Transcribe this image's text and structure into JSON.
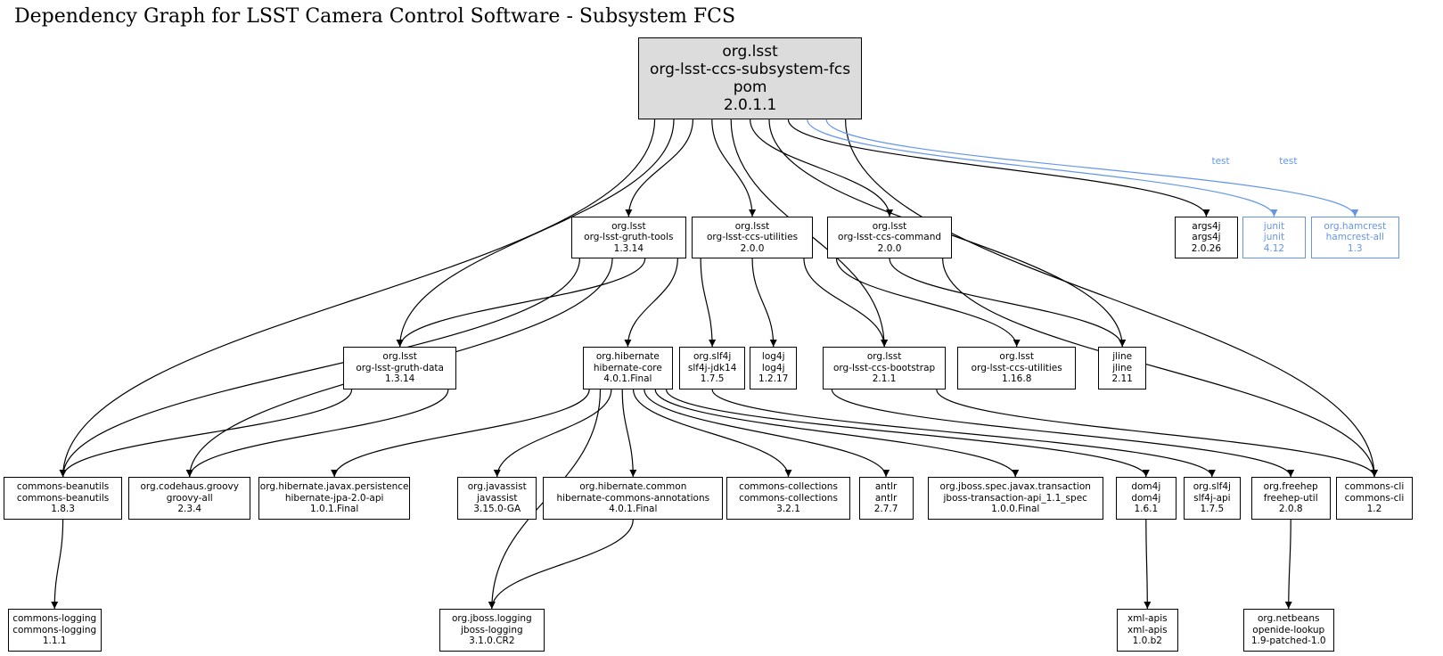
{
  "title": "Dependency Graph for LSST Camera Control Software - Subsystem FCS",
  "colors": {
    "normal": "#000000",
    "test": "#6495ed",
    "root_fill": "#dcdcdc"
  },
  "nodes": [
    {
      "id": "root",
      "group": "org.lsst",
      "artifact": "org-lsst-ccs-subsystem-fcs",
      "packaging": "pom",
      "version": "2.0.1.1",
      "scope": "root"
    },
    {
      "id": "gruth-tools",
      "group": "org.lsst",
      "artifact": "org-lsst-gruth-tools",
      "version": "1.3.14",
      "scope": "compile"
    },
    {
      "id": "ccs-utilities",
      "group": "org.lsst",
      "artifact": "org-lsst-ccs-utilities",
      "version": "2.0.0",
      "scope": "compile"
    },
    {
      "id": "ccs-command",
      "group": "org.lsst",
      "artifact": "org-lsst-ccs-command",
      "version": "2.0.0",
      "scope": "compile"
    },
    {
      "id": "args4j",
      "group": "args4j",
      "artifact": "args4j",
      "version": "2.0.26",
      "scope": "compile"
    },
    {
      "id": "junit",
      "group": "junit",
      "artifact": "junit",
      "version": "4.12",
      "scope": "test"
    },
    {
      "id": "hamcrest",
      "group": "org.hamcrest",
      "artifact": "hamcrest-all",
      "version": "1.3",
      "scope": "test"
    },
    {
      "id": "gruth-data",
      "group": "org.lsst",
      "artifact": "org-lsst-gruth-data",
      "version": "1.3.14",
      "scope": "compile"
    },
    {
      "id": "hibernate-core",
      "group": "org.hibernate",
      "artifact": "hibernate-core",
      "version": "4.0.1.Final",
      "scope": "compile"
    },
    {
      "id": "slf4j-jdk14",
      "group": "org.slf4j",
      "artifact": "slf4j-jdk14",
      "version": "1.7.5",
      "scope": "compile"
    },
    {
      "id": "log4j",
      "group": "log4j",
      "artifact": "log4j",
      "version": "1.2.17",
      "scope": "compile"
    },
    {
      "id": "ccs-bootstrap",
      "group": "org.lsst",
      "artifact": "org-lsst-ccs-bootstrap",
      "version": "2.1.1",
      "scope": "compile"
    },
    {
      "id": "ccs-utilities-1168",
      "group": "org.lsst",
      "artifact": "org-lsst-ccs-utilities",
      "version": "1.16.8",
      "scope": "compile"
    },
    {
      "id": "jline",
      "group": "jline",
      "artifact": "jline",
      "version": "2.11",
      "scope": "compile"
    },
    {
      "id": "commons-beanutils",
      "group": "commons-beanutils",
      "artifact": "commons-beanutils",
      "version": "1.8.3",
      "scope": "compile"
    },
    {
      "id": "groovy-all",
      "group": "org.codehaus.groovy",
      "artifact": "groovy-all",
      "version": "2.3.4",
      "scope": "compile"
    },
    {
      "id": "hibernate-jpa",
      "group": "org.hibernate.javax.persistence",
      "artifact": "hibernate-jpa-2.0-api",
      "version": "1.0.1.Final",
      "scope": "compile"
    },
    {
      "id": "javassist",
      "group": "org.javassist",
      "artifact": "javassist",
      "version": "3.15.0-GA",
      "scope": "compile"
    },
    {
      "id": "hibernate-commons-annotations",
      "group": "org.hibernate.common",
      "artifact": "hibernate-commons-annotations",
      "version": "4.0.1.Final",
      "scope": "compile"
    },
    {
      "id": "commons-collections",
      "group": "commons-collections",
      "artifact": "commons-collections",
      "version": "3.2.1",
      "scope": "compile"
    },
    {
      "id": "antlr",
      "group": "antlr",
      "artifact": "antlr",
      "version": "2.7.7",
      "scope": "compile"
    },
    {
      "id": "jboss-transaction",
      "group": "org.jboss.spec.javax.transaction",
      "artifact": "jboss-transaction-api_1.1_spec",
      "version": "1.0.0.Final",
      "scope": "compile"
    },
    {
      "id": "dom4j",
      "group": "dom4j",
      "artifact": "dom4j",
      "version": "1.6.1",
      "scope": "compile"
    },
    {
      "id": "slf4j-api",
      "group": "org.slf4j",
      "artifact": "slf4j-api",
      "version": "1.7.5",
      "scope": "compile"
    },
    {
      "id": "freehep-util",
      "group": "org.freehep",
      "artifact": "freehep-util",
      "version": "2.0.8",
      "scope": "compile"
    },
    {
      "id": "commons-cli",
      "group": "commons-cli",
      "artifact": "commons-cli",
      "version": "1.2",
      "scope": "compile"
    },
    {
      "id": "commons-logging",
      "group": "commons-logging",
      "artifact": "commons-logging",
      "version": "1.1.1",
      "scope": "compile"
    },
    {
      "id": "jboss-logging",
      "group": "org.jboss.logging",
      "artifact": "jboss-logging",
      "version": "3.1.0.CR2",
      "scope": "compile"
    },
    {
      "id": "xml-apis",
      "group": "xml-apis",
      "artifact": "xml-apis",
      "version": "1.0.b2",
      "scope": "compile"
    },
    {
      "id": "openide-lookup",
      "group": "org.netbeans",
      "artifact": "openide-lookup",
      "version": "1.9-patched-1.0",
      "scope": "compile"
    }
  ],
  "edges": [
    {
      "from": "root",
      "to": "commons-beanutils"
    },
    {
      "from": "root",
      "to": "gruth-data"
    },
    {
      "from": "root",
      "to": "gruth-tools"
    },
    {
      "from": "root",
      "to": "ccs-utilities"
    },
    {
      "from": "root",
      "to": "ccs-bootstrap"
    },
    {
      "from": "root",
      "to": "ccs-command"
    },
    {
      "from": "root",
      "to": "jline"
    },
    {
      "from": "root",
      "to": "commons-cli"
    },
    {
      "from": "root",
      "to": "args4j"
    },
    {
      "from": "root",
      "to": "junit",
      "label": "test",
      "scope": "test"
    },
    {
      "from": "root",
      "to": "hamcrest",
      "label": "test",
      "scope": "test"
    },
    {
      "from": "gruth-tools",
      "to": "gruth-data"
    },
    {
      "from": "gruth-tools",
      "to": "hibernate-core"
    },
    {
      "from": "gruth-tools",
      "to": "commons-beanutils"
    },
    {
      "from": "gruth-tools",
      "to": "groovy-all"
    },
    {
      "from": "ccs-utilities",
      "to": "slf4j-jdk14"
    },
    {
      "from": "ccs-utilities",
      "to": "log4j"
    },
    {
      "from": "ccs-utilities",
      "to": "ccs-bootstrap"
    },
    {
      "from": "ccs-command",
      "to": "ccs-utilities-1168"
    },
    {
      "from": "ccs-command",
      "to": "jline"
    },
    {
      "from": "ccs-command",
      "to": "commons-cli"
    },
    {
      "from": "gruth-data",
      "to": "commons-beanutils"
    },
    {
      "from": "gruth-data",
      "to": "groovy-all"
    },
    {
      "from": "hibernate-core",
      "to": "hibernate-jpa"
    },
    {
      "from": "hibernate-core",
      "to": "jboss-logging"
    },
    {
      "from": "hibernate-core",
      "to": "javassist"
    },
    {
      "from": "hibernate-core",
      "to": "hibernate-commons-annotations"
    },
    {
      "from": "hibernate-core",
      "to": "commons-collections"
    },
    {
      "from": "hibernate-core",
      "to": "antlr"
    },
    {
      "from": "hibernate-core",
      "to": "jboss-transaction"
    },
    {
      "from": "hibernate-core",
      "to": "dom4j"
    },
    {
      "from": "slf4j-jdk14",
      "to": "slf4j-api"
    },
    {
      "from": "ccs-bootstrap",
      "to": "freehep-util"
    },
    {
      "from": "ccs-bootstrap",
      "to": "commons-cli"
    },
    {
      "from": "commons-beanutils",
      "to": "commons-logging"
    },
    {
      "from": "hibernate-commons-annotations",
      "to": "jboss-logging"
    },
    {
      "from": "dom4j",
      "to": "xml-apis"
    },
    {
      "from": "freehep-util",
      "to": "openide-lookup"
    }
  ]
}
